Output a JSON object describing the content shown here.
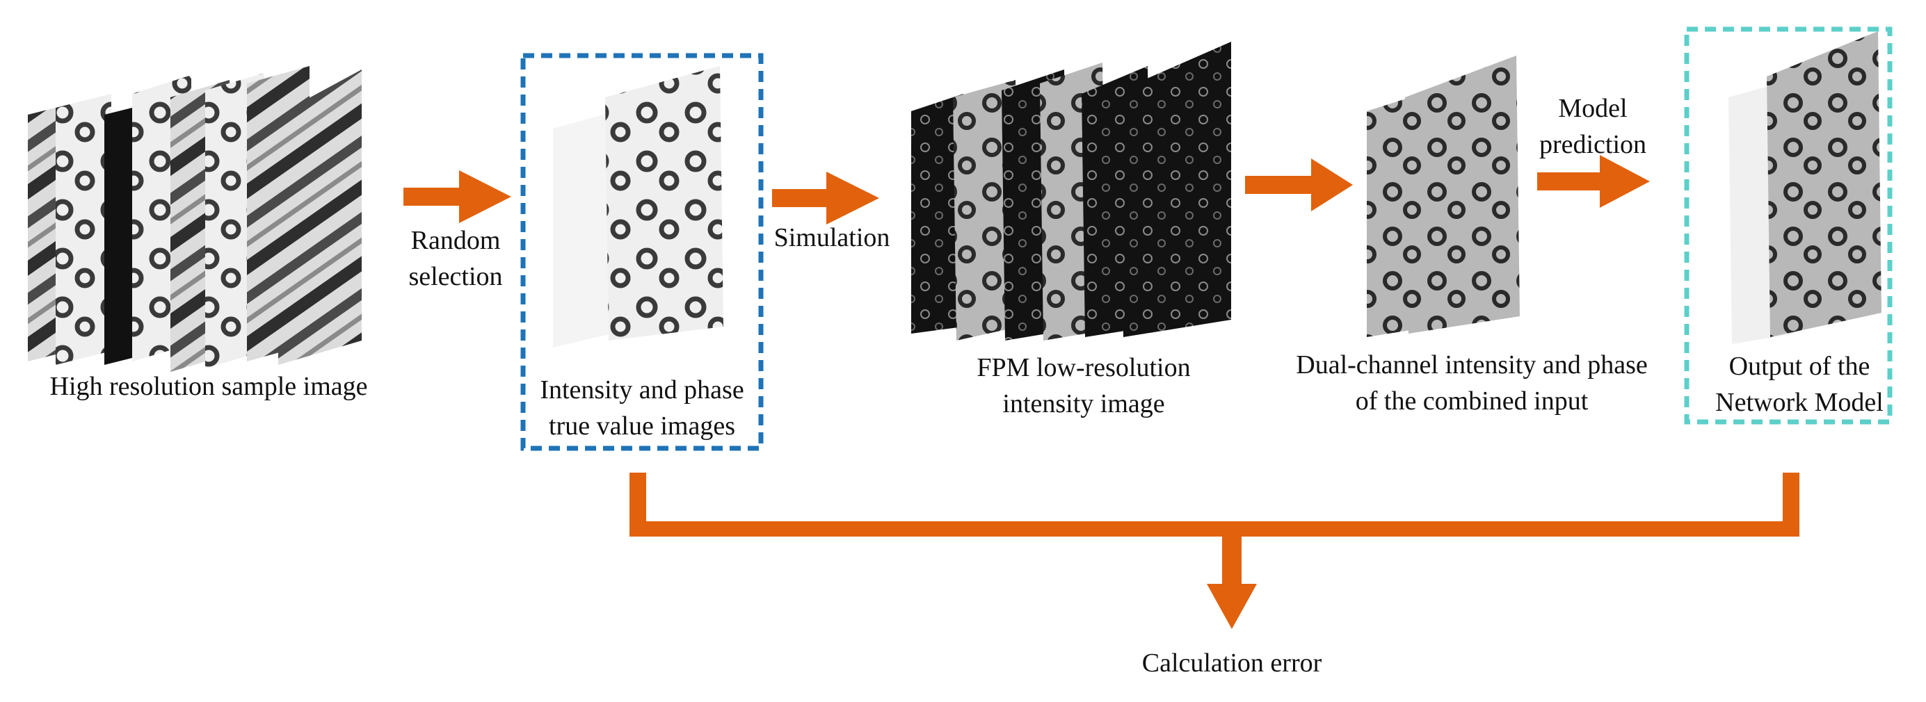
{
  "colors": {
    "arrow": "#e2610c",
    "frame_truth": "#1f73b7",
    "frame_output": "#5ccfc9",
    "panel_dark": "#1b1b1b",
    "panel_light": "#f2f2f2"
  },
  "stages": {
    "samples": {
      "caption": "High resolution sample image"
    },
    "truth": {
      "caption_line1": "Intensity and phase",
      "caption_line2": "true value images"
    },
    "fpm": {
      "caption_line1": "FPM low-resolution",
      "caption_line2": "intensity image"
    },
    "dual": {
      "caption_line1": "Dual-channel intensity and phase",
      "caption_line2": "of the combined input"
    },
    "output": {
      "caption_line1": "Output of the",
      "caption_line2": "Network Model"
    }
  },
  "arrows": {
    "random_selection": {
      "line1": "Random",
      "line2": "selection"
    },
    "simulation": {
      "label": "Simulation"
    },
    "model_prediction": {
      "line1": "Model",
      "line2": "prediction"
    }
  },
  "error": {
    "label": "Calculation error"
  }
}
